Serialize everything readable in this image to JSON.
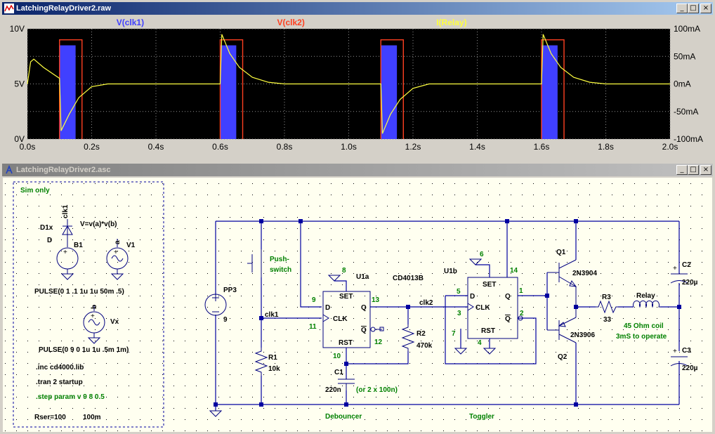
{
  "waveform_window": {
    "title": "LatchingRelayDriver2.raw",
    "traces": [
      {
        "name": "V(clk1)",
        "color": "#4040ff"
      },
      {
        "name": "V(clk2)",
        "color": "#ff4020"
      },
      {
        "name": "I(Relay)",
        "color": "#ffff40"
      }
    ],
    "left_axis": [
      "10V",
      "5V",
      "0V"
    ],
    "right_axis": [
      "100mA",
      "50mA",
      "0mA",
      "-50mA",
      "-100mA"
    ],
    "x_axis": [
      "0.0s",
      "0.2s",
      "0.4s",
      "0.6s",
      "0.8s",
      "1.0s",
      "1.2s",
      "1.4s",
      "1.6s",
      "1.8s",
      "2.0s"
    ]
  },
  "chart_data": {
    "type": "line",
    "x_range": [
      0,
      2.0
    ],
    "x_unit": "s",
    "left_ylim": [
      0,
      10
    ],
    "right_ylim": [
      -100,
      100
    ],
    "grid": true,
    "series": [
      {
        "name": "V(clk1)",
        "axis": "left",
        "unit": "V",
        "kind": "pulse",
        "pulses": [
          [
            0.1,
            0.15
          ],
          [
            0.6,
            0.65
          ],
          [
            1.1,
            1.15
          ],
          [
            1.6,
            1.65
          ]
        ],
        "high": 8.5,
        "low": 0
      },
      {
        "name": "V(clk2)",
        "axis": "left",
        "unit": "V",
        "kind": "pulse",
        "pulses": [
          [
            0.1,
            0.17
          ],
          [
            0.6,
            0.67
          ],
          [
            1.1,
            1.17
          ],
          [
            1.6,
            1.67
          ]
        ],
        "high": 9,
        "low": 0
      },
      {
        "name": "I(Relay)",
        "axis": "right",
        "unit": "mA",
        "points": [
          [
            0,
            0
          ],
          [
            0.01,
            40
          ],
          [
            0.02,
            45
          ],
          [
            0.05,
            30
          ],
          [
            0.1,
            10
          ],
          [
            0.105,
            -85
          ],
          [
            0.13,
            -55
          ],
          [
            0.16,
            -25
          ],
          [
            0.2,
            -5
          ],
          [
            0.25,
            0
          ],
          [
            0.6,
            0
          ],
          [
            0.605,
            90
          ],
          [
            0.63,
            55
          ],
          [
            0.66,
            30
          ],
          [
            0.7,
            12
          ],
          [
            0.75,
            3
          ],
          [
            0.8,
            0
          ],
          [
            1.1,
            0
          ],
          [
            1.105,
            -90
          ],
          [
            1.13,
            -55
          ],
          [
            1.16,
            -28
          ],
          [
            1.2,
            -8
          ],
          [
            1.25,
            0
          ],
          [
            1.6,
            0
          ],
          [
            1.605,
            90
          ],
          [
            1.63,
            55
          ],
          [
            1.66,
            30
          ],
          [
            1.7,
            12
          ],
          [
            1.75,
            3
          ],
          [
            1.8,
            0
          ],
          [
            2.0,
            0
          ]
        ]
      }
    ]
  },
  "schematic_window": {
    "title": "LatchingRelayDriver2.asc",
    "sim_box": {
      "title": "Sim only",
      "d1x_label": "D1x",
      "d_label": "D",
      "clk1_label": "clk1",
      "b_expr": "V=v(a)*v(b)",
      "b1_label": "B1",
      "a_label": "a",
      "v1_label": "V1",
      "v1_pulse": "PULSE(0 1 .1 1u 1u 50m .5)",
      "b_label": "b",
      "vx_label": "Vx",
      "vx_pulse": "PULSE(0 9 0 1u 1u .5m 1m)",
      "inc": ".inc cd4000.lib",
      "tran": ".tran 2 startup",
      "step": ".step param v 9 8 0.5",
      "rser": "Rser=100",
      "rser_val": "100m"
    },
    "labels": {
      "pp3": "PP3",
      "pp3_val": "9",
      "push": "Push-",
      "switch": "switch",
      "clk1": "clk1",
      "r1": "R1",
      "r1_val": "10k",
      "u1a": "U1a",
      "cd4013b": "CD4013B",
      "u1b": "U1b",
      "set": "SET",
      "d": "D",
      "clk": "CLK",
      "q": "Q",
      "qbar": "Q",
      "rst": "RST",
      "pin8": "8",
      "pin9": "9",
      "pin11": "11",
      "pin13": "13",
      "pin12": "12",
      "pin10": "10",
      "pin6": "6",
      "pin14": "14",
      "pin5": "5",
      "pin3": "3",
      "pin1": "1",
      "pin2": "2",
      "pin7": "7",
      "pin4": "4",
      "clk2": "clk2",
      "r2": "R2",
      "r2_val": "470k",
      "c1": "C1",
      "c1_val": "220n",
      "c1_note": "(or 2 x 100n)",
      "q1": "Q1",
      "q1_part": "2N3904",
      "q2": "Q2",
      "q2_part": "2N3906",
      "r3": "R3",
      "r3_val": "33",
      "relay": "Relay",
      "coil": "45 Ohm coil",
      "operate": "3mS to operate",
      "c2": "C2",
      "c2_val": "220µ",
      "c3": "C3",
      "c3_val": "220µ",
      "debouncer": "Debouncer",
      "toggler": "Toggler",
      "plus": "+"
    }
  }
}
